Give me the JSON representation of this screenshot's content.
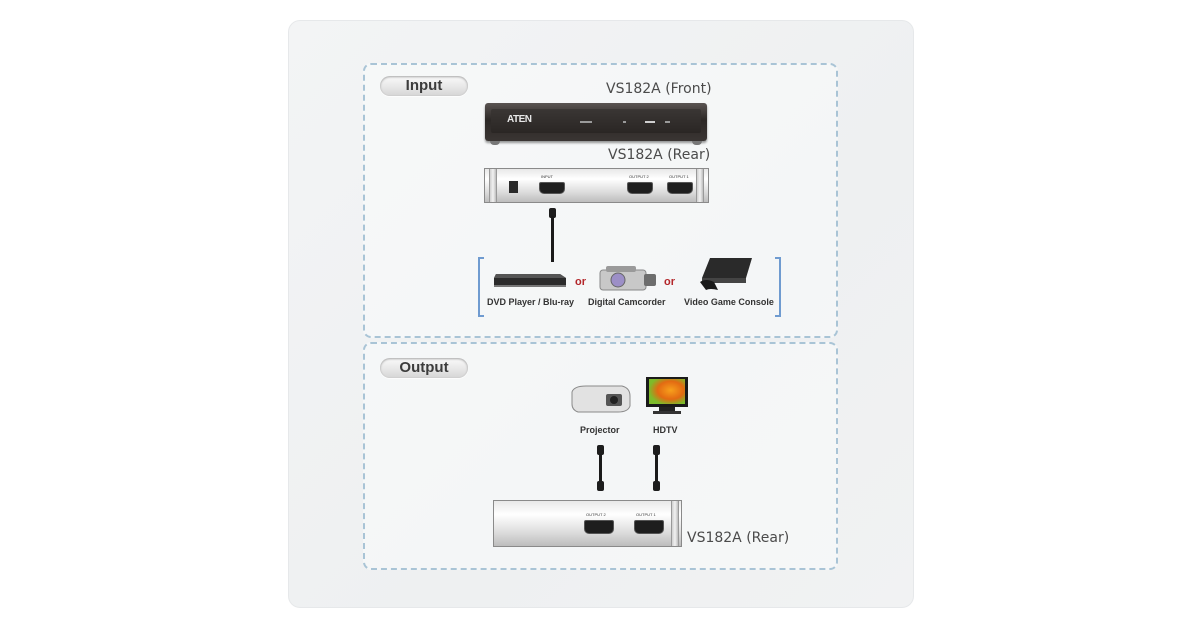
{
  "input": {
    "label": "Input",
    "front_caption": "VS182A (Front)",
    "rear_caption": "VS182A (Rear)",
    "brand": "ATEN",
    "rear_ports": [
      "INPUT",
      "OUTPUT 2",
      "OUTPUT 1"
    ],
    "sources": [
      {
        "name": "DVD Player / Blu-ray",
        "icon": "dvd-player-icon"
      },
      {
        "name": "Digital Camcorder",
        "icon": "camcorder-icon"
      },
      {
        "name": "Video Game Console",
        "icon": "game-console-icon"
      }
    ],
    "separator": "or"
  },
  "output": {
    "label": "Output",
    "rear_caption": "VS182A (Rear)",
    "ports": [
      "OUTPUT 2",
      "OUTPUT 1"
    ],
    "displays": [
      {
        "name": "Projector",
        "icon": "projector-icon"
      },
      {
        "name": "HDTV",
        "icon": "hdtv-icon"
      }
    ]
  },
  "colors": {
    "dashed_border": "#a9c4d6",
    "or_text": "#b3262a",
    "bracket": "#6f9bd0"
  }
}
